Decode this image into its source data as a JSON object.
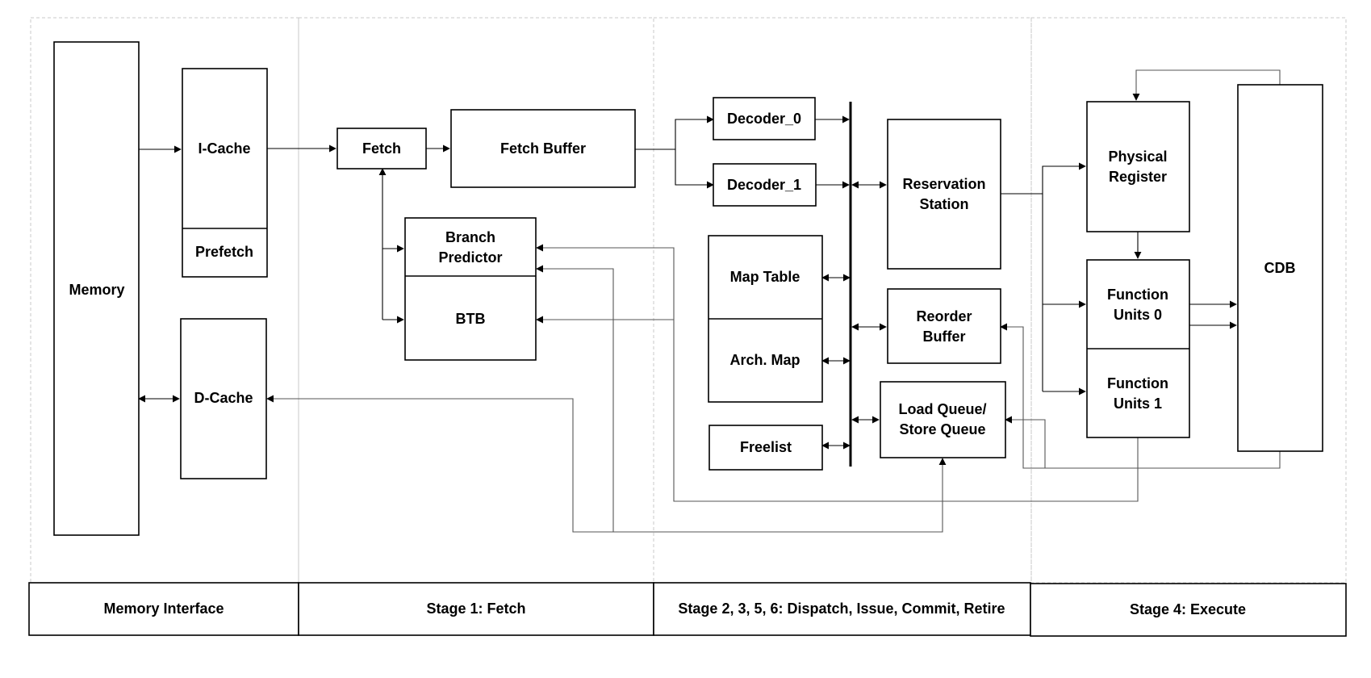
{
  "blocks": {
    "memory": "Memory",
    "icache": "I-Cache",
    "prefetch": "Prefetch",
    "dcache": "D-Cache",
    "fetch": "Fetch",
    "fetch_buffer": "Fetch Buffer",
    "branch_predictor": [
      "Branch",
      "Predictor"
    ],
    "btb": "BTB",
    "decoder0": "Decoder_0",
    "decoder1": "Decoder_1",
    "map_table": "Map Table",
    "arch_map": "Arch. Map",
    "freelist": "Freelist",
    "reservation_station": [
      "Reservation",
      "Station"
    ],
    "reorder_buffer": [
      "Reorder",
      "Buffer"
    ],
    "lsq": [
      "Load Queue/",
      "Store Queue"
    ],
    "physical_register": [
      "Physical",
      "Register"
    ],
    "fu0": [
      "Function",
      "Units 0"
    ],
    "fu1": [
      "Function",
      "Units 1"
    ],
    "cdb": "CDB"
  },
  "stages": [
    "Memory Interface",
    "Stage 1: Fetch",
    "Stage 2, 3, 5, 6: Dispatch, Issue, Commit, Retire",
    "Stage 4: Execute"
  ]
}
